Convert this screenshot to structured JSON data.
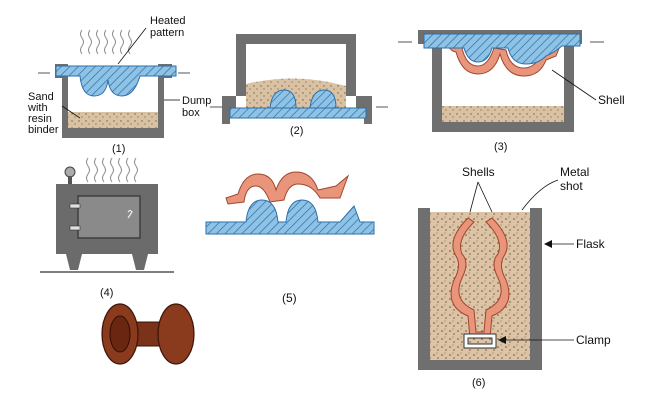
{
  "labels": {
    "heated_pattern_1": "Heated",
    "heated_pattern_2": "pattern",
    "sand_1": "Sand",
    "sand_2": "with",
    "sand_3": "resin",
    "sand_4": "binder",
    "dump_box_1": "Dump",
    "dump_box_2": "box",
    "shell": "Shell",
    "shells": "Shells",
    "metal_shot_1": "Metal",
    "metal_shot_2": "shot",
    "flask": "Flask",
    "clamp": "Clamp"
  },
  "steps": {
    "s1": "(1)",
    "s2": "(2)",
    "s3": "(3)",
    "s4": "(4)",
    "s5": "(5)",
    "s6": "(6)"
  },
  "colors": {
    "pattern_blue": "#8fc3e6",
    "sand": "#d9c2a4",
    "shell": "#e8957c",
    "box_gray": "#6f6f6f",
    "oven": "#6b6b6b",
    "casting": "#8a3a1d"
  }
}
